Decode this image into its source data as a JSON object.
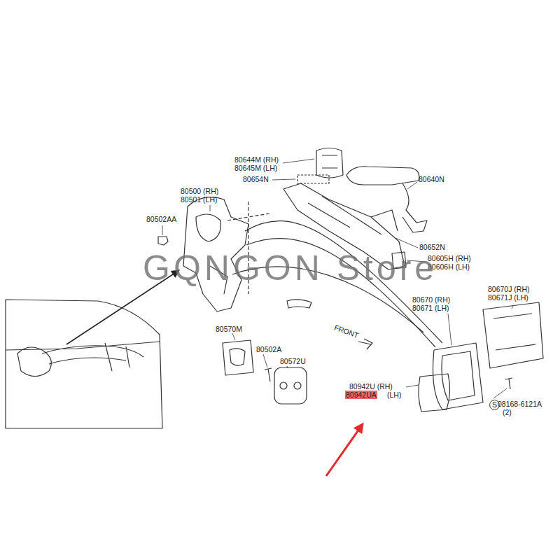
{
  "diagram": {
    "nodes": [
      {
        "text": [
          "80942UA"
        ]
      },
      {
        "text": [
          "S"
        ]
      }
    ],
    "labels": [
      "80644M (RH)",
      "80645M (LH)",
      "80654N",
      "80640N",
      "80500 (RH)",
      "80501 (LH)",
      "80502AA",
      "80652N",
      "80605H (RH)",
      "80606H (LH)",
      "80670J (RH)",
      "80671J (LH)",
      "80670 (RH)",
      "80671 (LH)",
      "FRONT",
      "80570M",
      "80502A",
      "80572U",
      "80942U (RH)",
      "(LH)",
      "08168-6121A",
      "(2)",
      "GQNGON Store"
    ]
  }
}
